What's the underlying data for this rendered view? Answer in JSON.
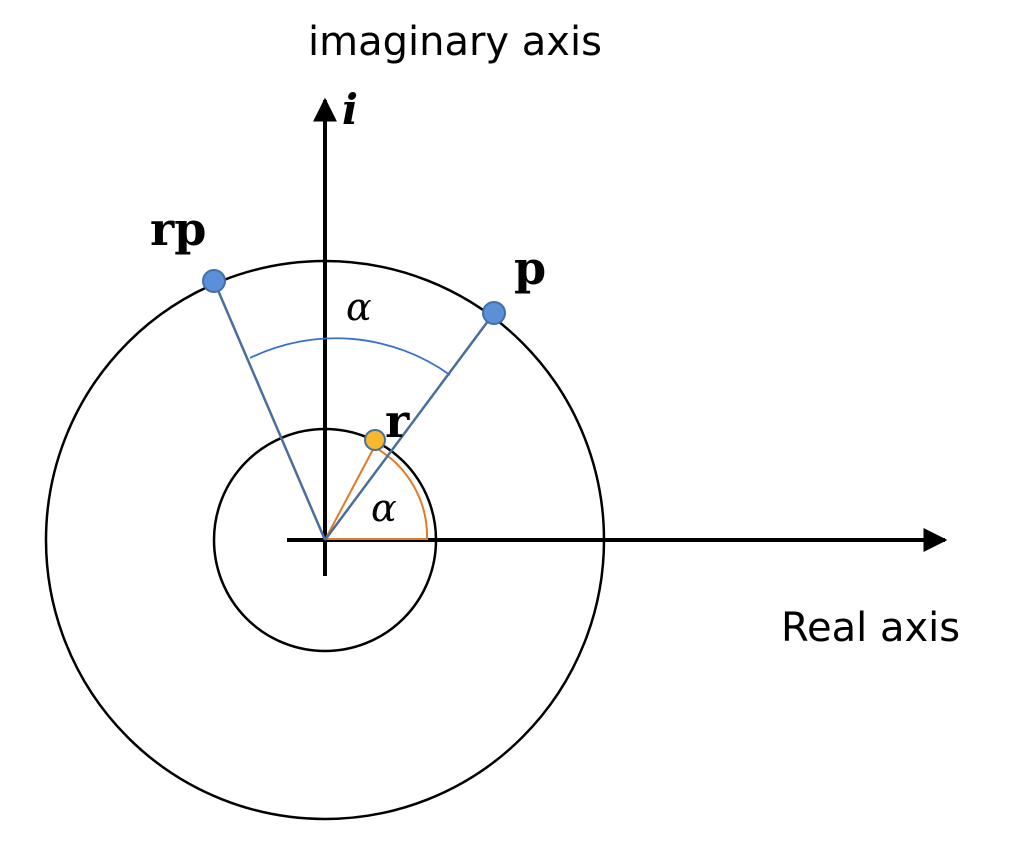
{
  "labels": {
    "imaginary_axis": "imaginary axis",
    "real_axis": "Real axis",
    "i": "i",
    "rp": "rp",
    "p": "p",
    "r": "r",
    "alpha_outer": "α",
    "alpha_inner": "α"
  },
  "colors": {
    "point_blue": "#5b8fd6",
    "point_yellow": "#f5b82e",
    "ray_blue": "#4a6e9e",
    "arc_blue": "#3b6fd1",
    "arc_orange": "#e07b2a",
    "axis": "#000000"
  }
}
